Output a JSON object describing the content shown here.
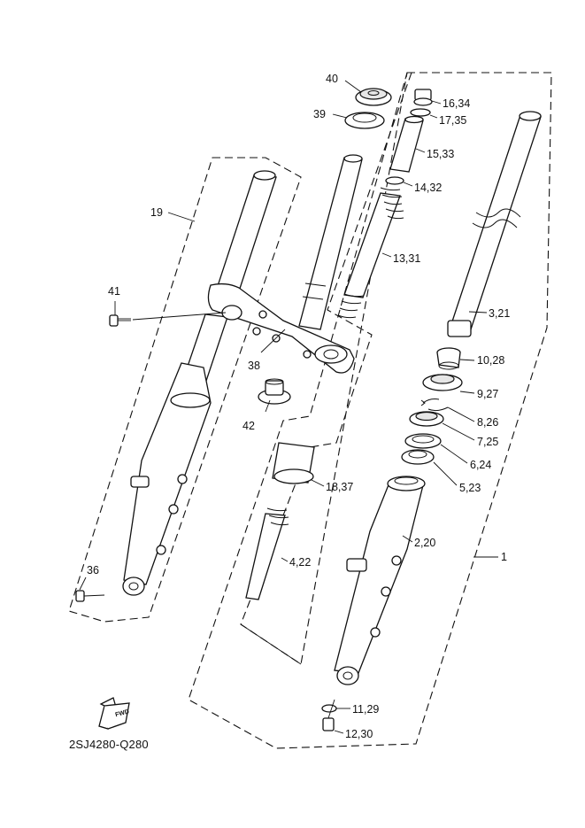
{
  "diagram_code": "2SJ4280-Q280",
  "direction_badge": "FWD",
  "callouts": [
    {
      "id": "c40",
      "text": "40"
    },
    {
      "id": "c39",
      "text": "39"
    },
    {
      "id": "c16",
      "text": "16,34"
    },
    {
      "id": "c17",
      "text": "17,35"
    },
    {
      "id": "c15",
      "text": "15,33"
    },
    {
      "id": "c14",
      "text": "14,32"
    },
    {
      "id": "c19",
      "text": "19"
    },
    {
      "id": "c13",
      "text": "13,31"
    },
    {
      "id": "c41",
      "text": "41"
    },
    {
      "id": "c3",
      "text": "3,21"
    },
    {
      "id": "c38",
      "text": "38"
    },
    {
      "id": "c10",
      "text": "10,28"
    },
    {
      "id": "c9",
      "text": "9,27"
    },
    {
      "id": "c42",
      "text": "42"
    },
    {
      "id": "c8",
      "text": "8,26"
    },
    {
      "id": "c7",
      "text": "7,25"
    },
    {
      "id": "c6",
      "text": "6,24"
    },
    {
      "id": "c18",
      "text": "18,37"
    },
    {
      "id": "c5",
      "text": "5,23"
    },
    {
      "id": "c2",
      "text": "2,20"
    },
    {
      "id": "c4",
      "text": "4,22"
    },
    {
      "id": "c1",
      "text": "1"
    },
    {
      "id": "c36",
      "text": "36"
    },
    {
      "id": "c11",
      "text": "11,29"
    },
    {
      "id": "c12",
      "text": "12,30"
    }
  ]
}
